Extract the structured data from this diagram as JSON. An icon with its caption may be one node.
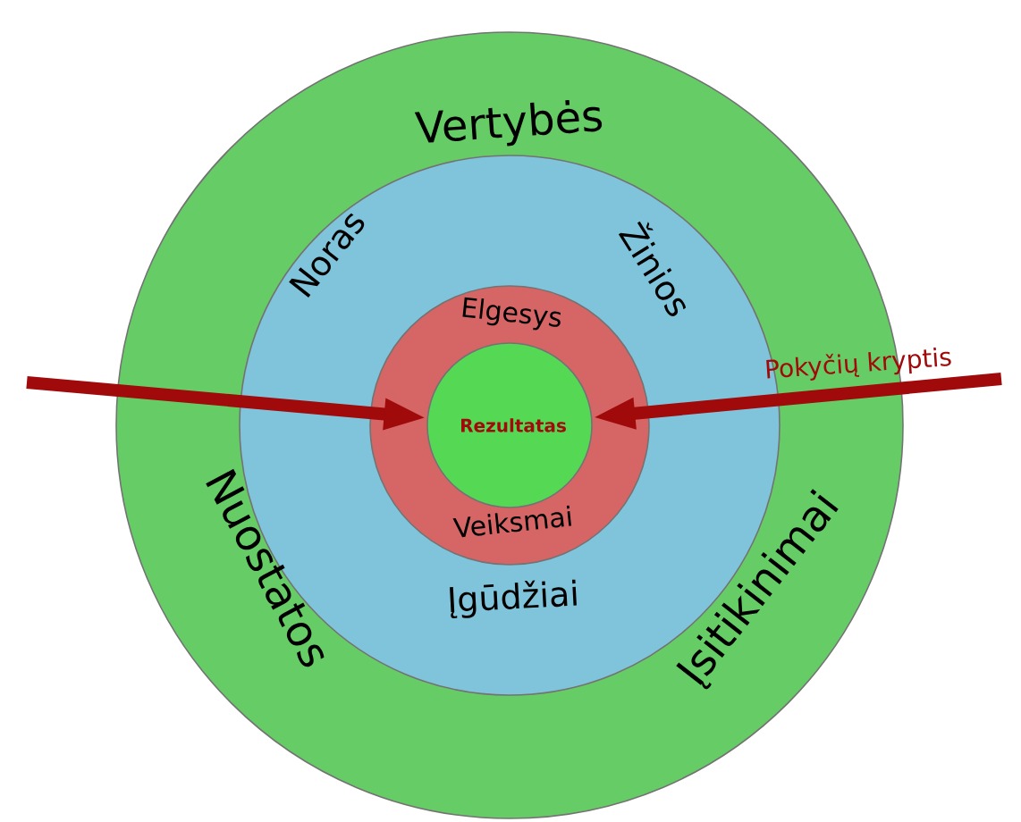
{
  "diagram": {
    "nodes": [
      {
        "text": [
          "Vertybės",
          "Nuostatos",
          "Įsitikinimai"
        ]
      },
      {
        "text": [
          "Noras",
          "Žinios",
          "Įgūdžiai"
        ],
        "in": 0
      },
      {
        "text": [
          "Elgesys",
          "Veiksmai"
        ],
        "in": 1
      },
      {
        "text": [
          "Rezultatas"
        ],
        "in": 2
      }
    ],
    "edges": [
      {
        "from": null,
        "to": 3,
        "arrow": "to"
      },
      {
        "from": null,
        "to": 3,
        "arrow": "to",
        "label": "Pokyčių kryptis"
      }
    ]
  }
}
